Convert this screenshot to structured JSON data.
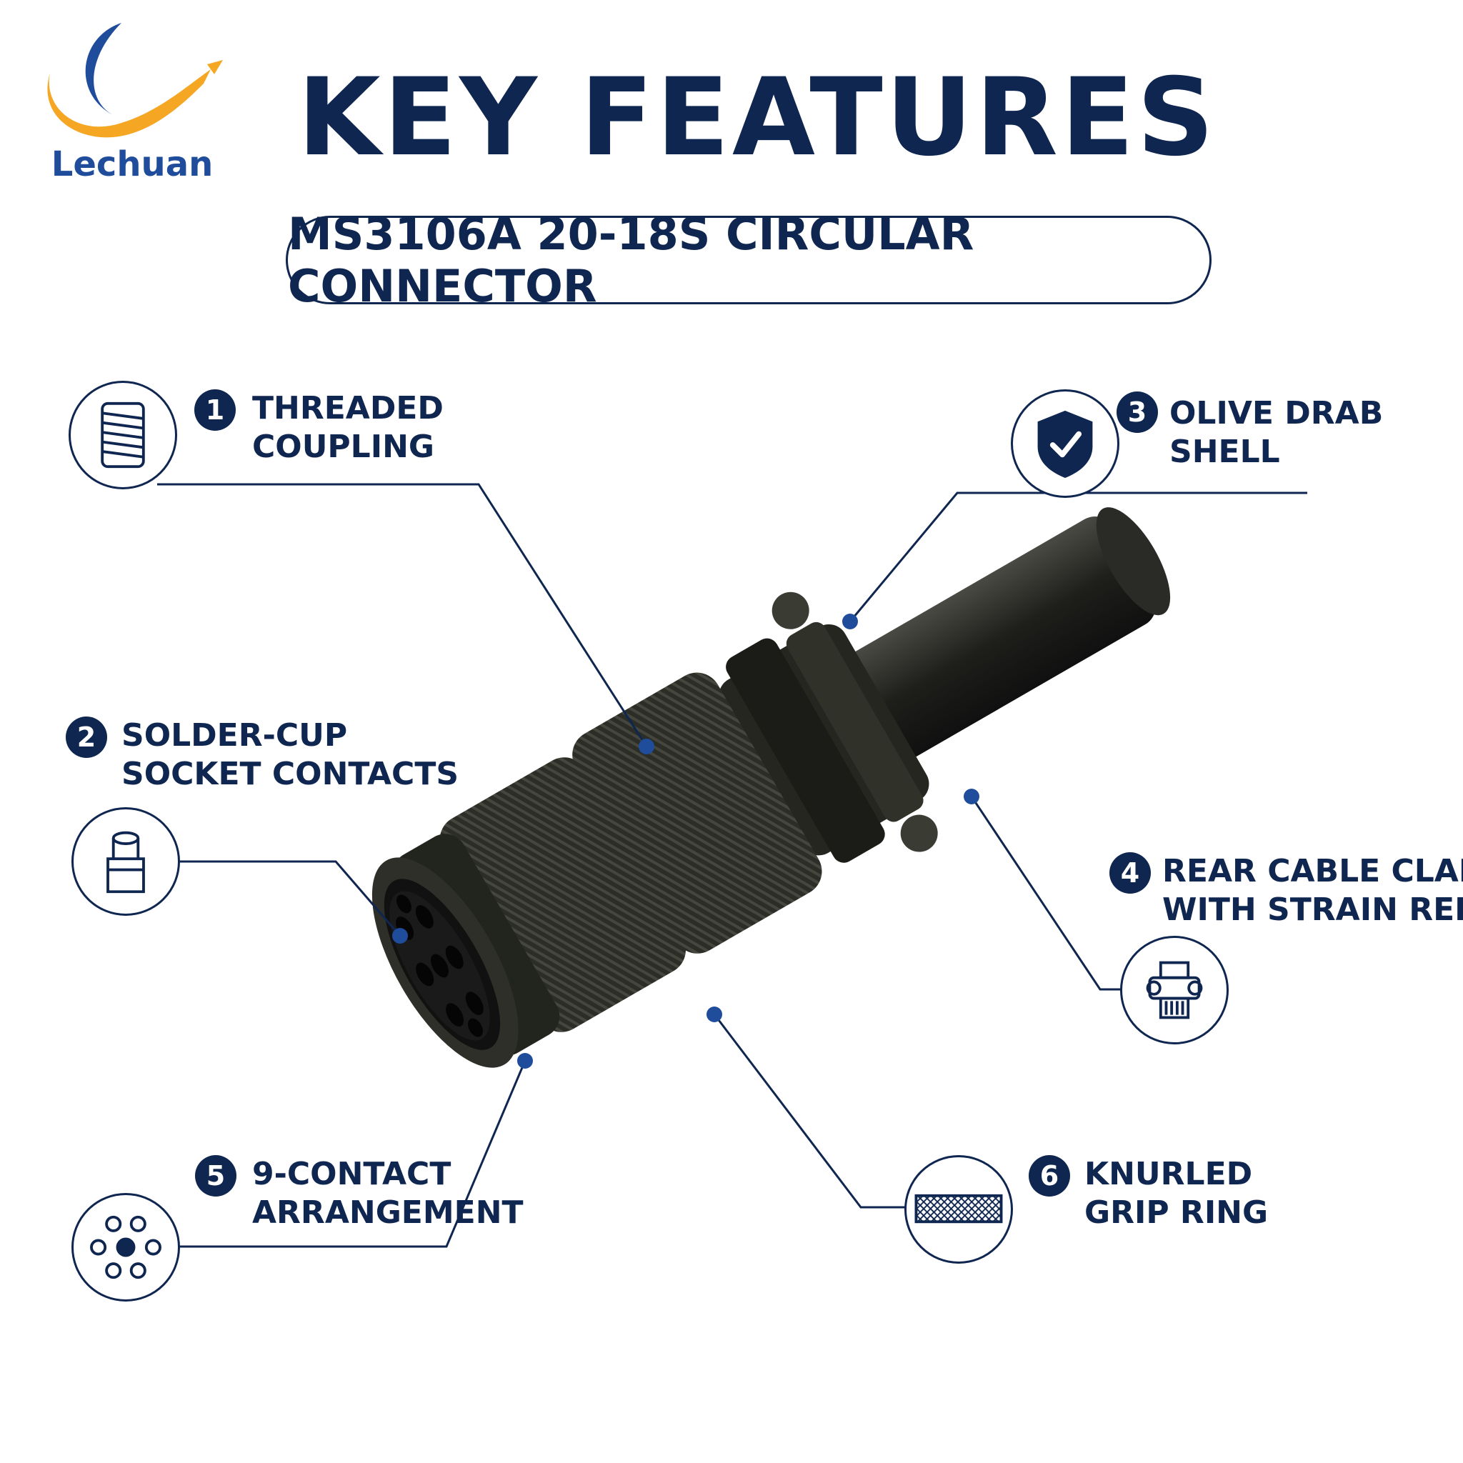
{
  "brand": {
    "name": "Lechuan"
  },
  "title": "KEY FEATURES",
  "subtitle": "MS3106A 20-18S CIRCULAR CONNECTOR",
  "features": [
    {
      "number": "1",
      "line1": "THREADED",
      "line2": "COUPLING",
      "icon": "threaded-coupling-icon"
    },
    {
      "number": "2",
      "line1": "SOLDER-CUP",
      "line2": "SOCKET CONTACTS",
      "icon": "solder-cup-icon"
    },
    {
      "number": "3",
      "line1": "OLIVE DRAB",
      "line2": "SHELL",
      "icon": "shield-check-icon"
    },
    {
      "number": "4",
      "line1": "REAR CABLE CLAMP",
      "line2": "WITH STRAIN RELIEF",
      "icon": "cable-clamp-icon"
    },
    {
      "number": "5",
      "line1": "9-CONTACT",
      "line2": "ARRANGEMENT",
      "icon": "contact-pattern-icon"
    },
    {
      "number": "6",
      "line1": "KNURLED",
      "line2": "GRIP RING",
      "icon": "knurl-icon"
    }
  ],
  "colors": {
    "navy": "#0f2650",
    "brand_blue": "#1f4d9c",
    "brand_orange": "#f5a623",
    "shell": "#2a2c24"
  }
}
